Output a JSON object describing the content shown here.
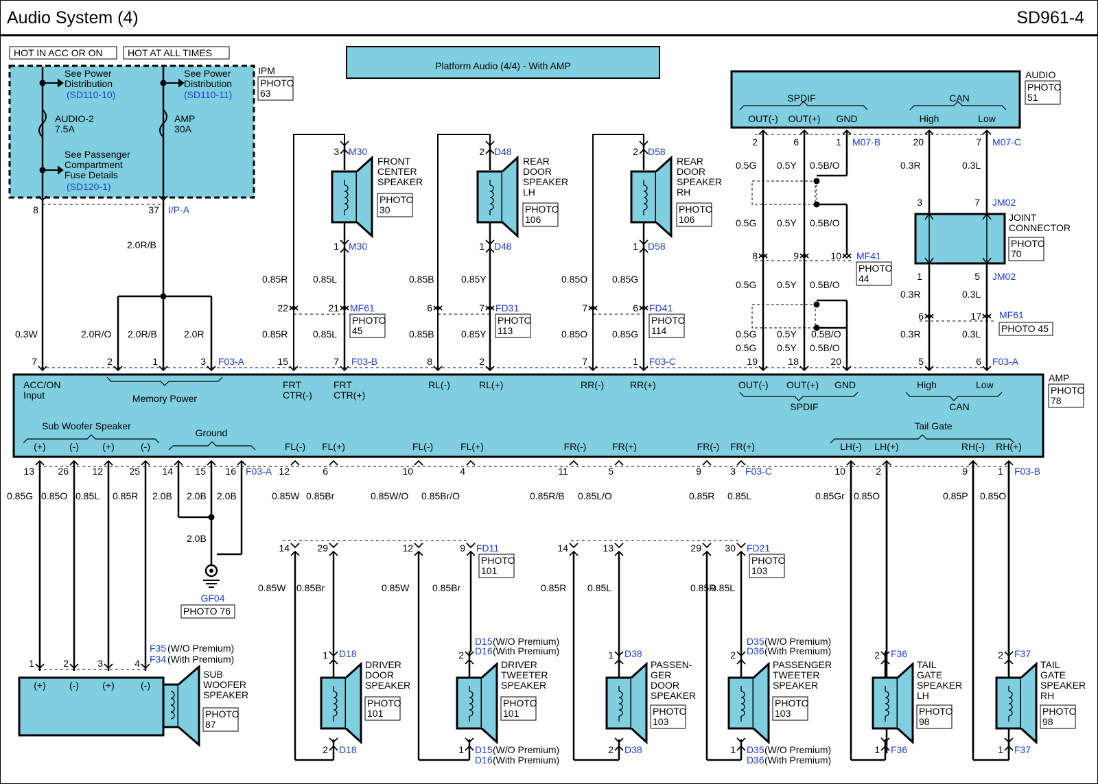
{
  "header": {
    "section_title": "Audio System (4)",
    "code": "SD961-4"
  },
  "banner": {
    "text": "Platform Audio (4/4) -   With AMP"
  },
  "power_labels": {
    "acc": "HOT IN ACC OR ON",
    "all": "HOT AT ALL TIMES"
  },
  "ipm": {
    "name": "IPM",
    "photo": "PHOTO\n63",
    "left_ref": "See Power\nDistribution",
    "left_link": "(SD110-10)",
    "right_ref": "See Power\nDistribution",
    "right_link": "(SD110-11)",
    "fuse_left": "AUDIO-2\n7.5A",
    "fuse_right": "AMP\n30A",
    "pass_ref": "See Passenger\nCompartment\nFuse Details",
    "pass_link": "(SD120-1)",
    "pin_left": "8",
    "pin_right": "37",
    "conn": "I/P-A"
  },
  "audio_unit": {
    "name": "AUDIO",
    "photo": "PHOTO\n51",
    "spdif": "SPDIF",
    "can": "CAN",
    "pins": [
      "OUT(-)",
      "OUT(+)",
      "GND",
      "High",
      "Low"
    ],
    "wires_top": [
      "2",
      "6",
      "1",
      "20",
      "7"
    ],
    "conn_spdif": "M07-B",
    "conn_can": "M07-C"
  },
  "joint": {
    "name": "JOINT\nCONNECTOR",
    "photo": "PHOTO\n70",
    "top_conn": "JM02",
    "bot_conn": "JM02",
    "pins_top": [
      "3",
      "7"
    ],
    "pins_bot": [
      "1",
      "5"
    ]
  },
  "top_speakers": [
    {
      "name": "FRONT\nCENTER\nSPEAKER",
      "photo": "PHOTO\n30",
      "conn": "M30",
      "p_top": "3",
      "p_bot": "1"
    },
    {
      "name": "REAR\nDOOR\nSPEAKER\nLH",
      "photo": "PHOTO\n106",
      "conn": "D48",
      "p_top": "2",
      "p_bot": "1"
    },
    {
      "name": "REAR\nDOOR\nSPEAKER\nRH",
      "photo": "PHOTO\n106",
      "conn": "D58",
      "p_top": "2",
      "p_bot": "1"
    }
  ],
  "top_connectors": [
    {
      "name": "MF61",
      "photo": "PHOTO\n45",
      "pins": [
        "22",
        "21"
      ]
    },
    {
      "name": "FD31",
      "photo": "PHOTO\n113",
      "pins": [
        "6",
        "7"
      ]
    },
    {
      "name": "FD41",
      "photo": "PHOTO\n114",
      "pins": [
        "7",
        "6"
      ]
    },
    {
      "name": "MF41",
      "photo": "PHOTO\n44",
      "pins": [
        "8",
        "9",
        "10"
      ]
    },
    {
      "name": "MF61",
      "photo": "PHOTO 45",
      "pins": [
        "6",
        "17"
      ]
    }
  ],
  "amp": {
    "name": "AMP",
    "photo": "PHOTO\n78",
    "top_labels": [
      "ACC/ON\nInput",
      "Memory Power",
      "FRT\nCTR(-)",
      "FRT\nCTR(+)",
      "RL(-)",
      "RL(+)",
      "RR(-)",
      "RR(+)",
      "OUT(-)",
      "OUT(+)",
      "GND",
      "High",
      "Low",
      "SPDIF",
      "CAN"
    ],
    "bottom_group_labels": [
      "Sub Woofer Speaker",
      "Ground",
      "Tail Gate"
    ],
    "bottom_pins": [
      "(+)",
      "(-)",
      "(+)",
      "(-)",
      "FL(-)",
      "FL(+)",
      "FL(-)",
      "FL(+)",
      "FR(-)",
      "FR(+)",
      "FR(-)",
      "FR(+)",
      "LH(-)",
      "LH(+)",
      "RH(-)",
      "RH(+)"
    ],
    "conn_top": [
      "F03-A",
      "F03-B",
      "F03-C",
      "F03-A"
    ],
    "conn_bot": [
      "F03-A",
      "F03-C",
      "F03-B"
    ]
  },
  "wires_top": [
    {
      "pin": "7",
      "top": "0.3W"
    },
    {
      "pin": "2",
      "top": "2.0R/O"
    },
    {
      "pin": "1",
      "top": "2.0R/B"
    },
    {
      "pin": "3",
      "top": "2.0R"
    },
    {
      "pin": "15",
      "top": "0.85R"
    },
    {
      "pin": "7",
      "top": "0.85L"
    },
    {
      "pin": "8",
      "top": "0.85B"
    },
    {
      "pin": "2",
      "top": "0.85Y"
    },
    {
      "pin": "7",
      "top": "0.85O"
    },
    {
      "pin": "1",
      "top": "0.85G"
    },
    {
      "pin": "19",
      "top": "0.5G"
    },
    {
      "pin": "18",
      "top": "0.5Y"
    },
    {
      "pin": "20",
      "top": "0.5B/O"
    },
    {
      "pin": "5",
      "top": "0.3R"
    },
    {
      "pin": "6",
      "top": "0.3L"
    }
  ],
  "wire_2rb": "2.0R/B",
  "bottom_pins_nums": [
    "13",
    "26",
    "12",
    "25",
    "14",
    "15",
    "16",
    "12",
    "6",
    "10",
    "4",
    "11",
    "5",
    "9",
    "3",
    "10",
    "2",
    "9",
    "1"
  ],
  "bottom_wires": [
    "0.85G",
    "0.85O",
    "0.85L",
    "0.85R",
    "2.0B",
    "2.0B",
    "2.0B",
    "0.85W",
    "0.85Br",
    "0.85W/O",
    "0.85Br/O",
    "0.85R/B",
    "0.85L/O",
    "0.85R",
    "0.85L",
    "0.85Gr",
    "0.85O",
    "0.85P",
    "0.85O"
  ],
  "bottom_connectors": [
    {
      "name": "FD11",
      "photo": "PHOTO\n101",
      "pins": [
        "14",
        "29",
        "12",
        "9"
      ]
    },
    {
      "name": "FD21",
      "photo": "PHOTO\n103",
      "pins": [
        "14",
        "13",
        "29",
        "30"
      ]
    }
  ],
  "lower_wires": [
    "0.85W",
    "0.85Br",
    "0.85W",
    "0.85Br",
    "0.85R",
    "0.85L",
    "0.85R",
    "0.85L"
  ],
  "ground": {
    "wire": "2.0B",
    "name": "GF04",
    "photo": "PHOTO 76"
  },
  "sub_woofer": {
    "name": "SUB\nWOOFER\nSPEAKER",
    "photo": "PHOTO\n87",
    "conn1": "F35",
    "conn1_note": "(W/O Premium)",
    "conn2": "F34",
    "conn2_note": "(With Premium)",
    "pins": [
      "1",
      "2",
      "3",
      "4"
    ],
    "marks": [
      "(+)",
      "(-)",
      "(+)",
      "(-)"
    ]
  },
  "bottom_speakers": [
    {
      "name": "DRIVER\nDOOR\nSPEAKER",
      "photo": "PHOTO\n101",
      "conn": "D18",
      "p_top": "1",
      "p_bot": "2"
    },
    {
      "name": "DRIVER\nTWEETER\nSPEAKER",
      "photo": "PHOTO\n101",
      "conn": "D15",
      "conn_note": "(W/O Premium)",
      "conn2": "D16",
      "conn2_note": "(With Premium)",
      "p_top": "2",
      "p_bot": "1"
    },
    {
      "name": "PASSEN-\nGER\nDOOR\nSPEAKER",
      "photo": "PHOTO\n103",
      "conn": "D38",
      "p_top": "1",
      "p_bot": "2"
    },
    {
      "name": "PASSENGER\nTWEETER\nSPEAKER",
      "photo": "PHOTO\n103",
      "conn": "D35",
      "conn_note": "(W/O Premium)",
      "conn2": "D36",
      "conn2_note": "(With Premium)",
      "p_top": "2",
      "p_bot": "1"
    },
    {
      "name": "TAIL\nGATE\nSPEAKER\nLH",
      "photo": "PHOTO\n98",
      "conn": "F36",
      "p_top": "2",
      "p_bot": "1"
    },
    {
      "name": "TAIL\nGATE\nSPEAKER\nRH",
      "photo": "PHOTO\n98",
      "conn": "F37",
      "p_top": "2",
      "p_bot": "1"
    }
  ],
  "colors": {
    "fill": "#7fcfe0",
    "wire": "#000000",
    "link": "#1a3fd0",
    "banner": "#7fcfe0"
  }
}
